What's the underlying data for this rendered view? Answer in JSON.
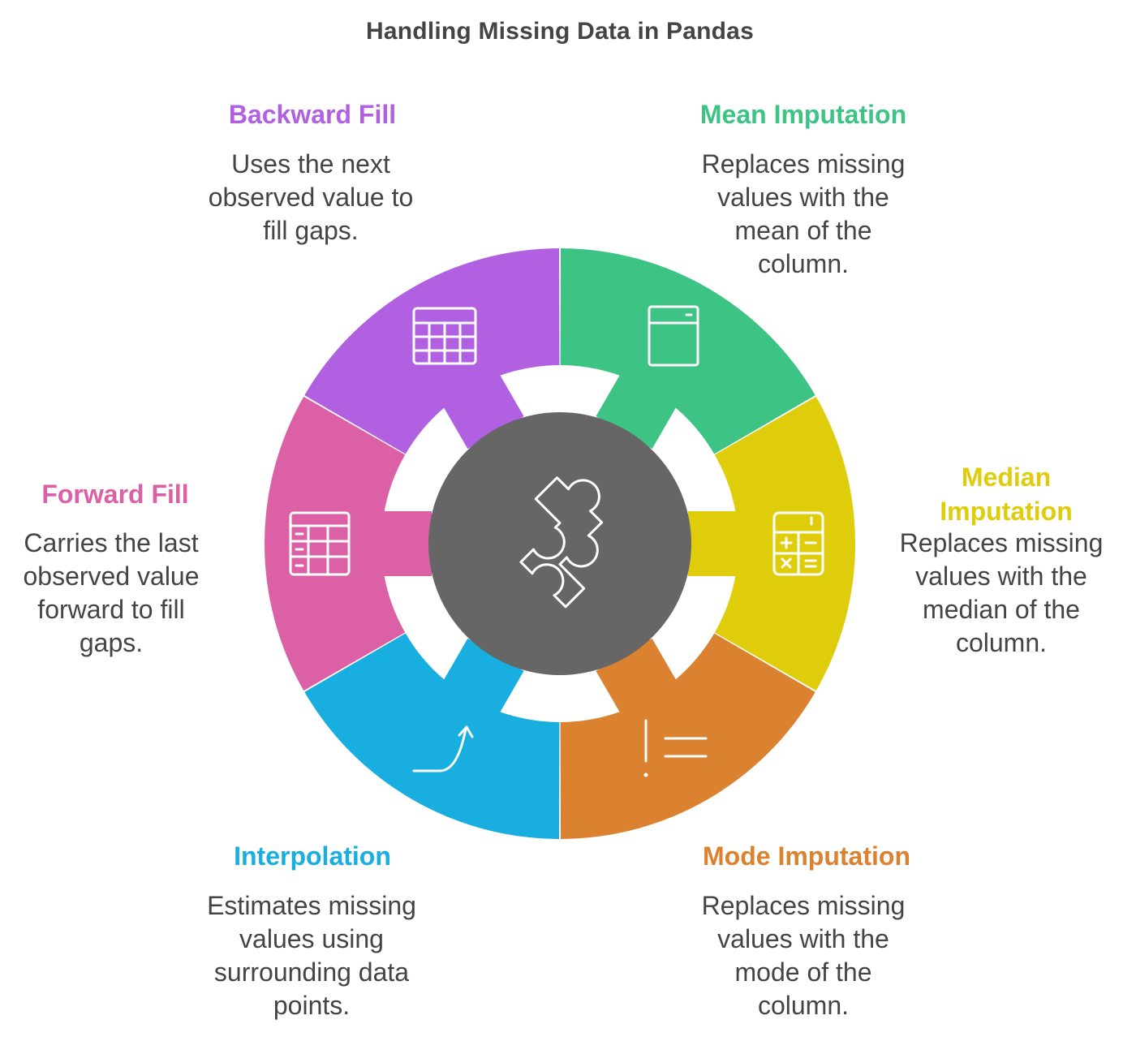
{
  "title": "Handling Missing Data in Pandas",
  "center_icon": "puzzle-piece-icon",
  "segments": [
    {
      "id": "mean",
      "label": "Mean Imputation",
      "description": "Replaces missing values with the mean of the column.",
      "color": "#3dc383",
      "icon": "window-icon"
    },
    {
      "id": "median",
      "label": "Median Imputation",
      "description": "Replaces missing values with the median of the column.",
      "color": "#dfcd0c",
      "icon": "calculator-icon"
    },
    {
      "id": "mode",
      "label": "Mode Imputation",
      "description": "Replaces missing values with the mode of the column.",
      "color": "#db8230",
      "icon": "exclamation-list-icon"
    },
    {
      "id": "interpolation",
      "label": "Interpolation",
      "description": "Estimates missing values using surrounding data points.",
      "color": "#18aee0",
      "icon": "curve-arrow-icon"
    },
    {
      "id": "forward",
      "label": "Forward Fill",
      "description": "Carries the last observed value forward to fill gaps.",
      "color": "#db60a5",
      "icon": "table-minus-icon"
    },
    {
      "id": "backward",
      "label": "Backward Fill",
      "description": "Uses the next observed value to fill gaps.",
      "color": "#b060e0",
      "icon": "table-grid-icon"
    }
  ]
}
